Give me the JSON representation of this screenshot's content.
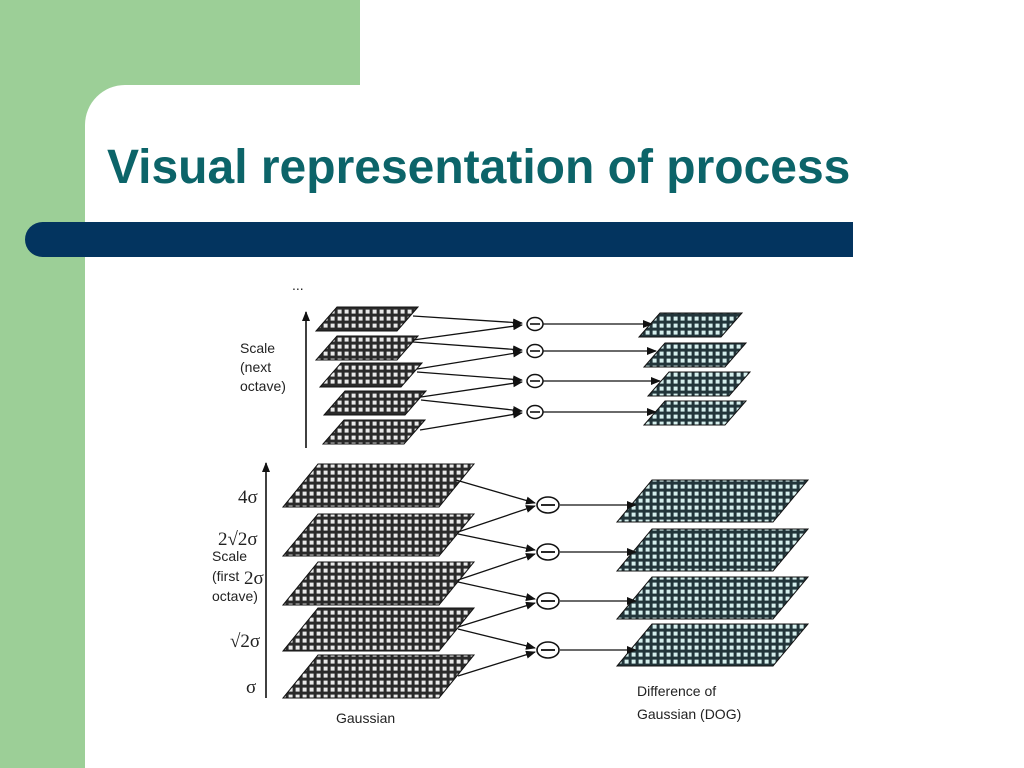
{
  "slide": {
    "title": "Visual representation of  process",
    "colors": {
      "title": "#0c6469",
      "rule": "#03345f",
      "side": "#9ccf97"
    }
  },
  "diagram": {
    "ellipsis": "...",
    "next_octave_label": [
      "Scale",
      "(next",
      "octave)"
    ],
    "first_octave_label": [
      "Scale",
      "(first",
      "octave)"
    ],
    "scale_labels": [
      "4σ",
      "2√2σ",
      "2σ",
      "√2σ",
      "σ"
    ],
    "gaussian_caption": "Gaussian",
    "dog_caption": [
      "Difference of",
      "Gaussian (DOG)"
    ],
    "minus_symbol": "−"
  }
}
